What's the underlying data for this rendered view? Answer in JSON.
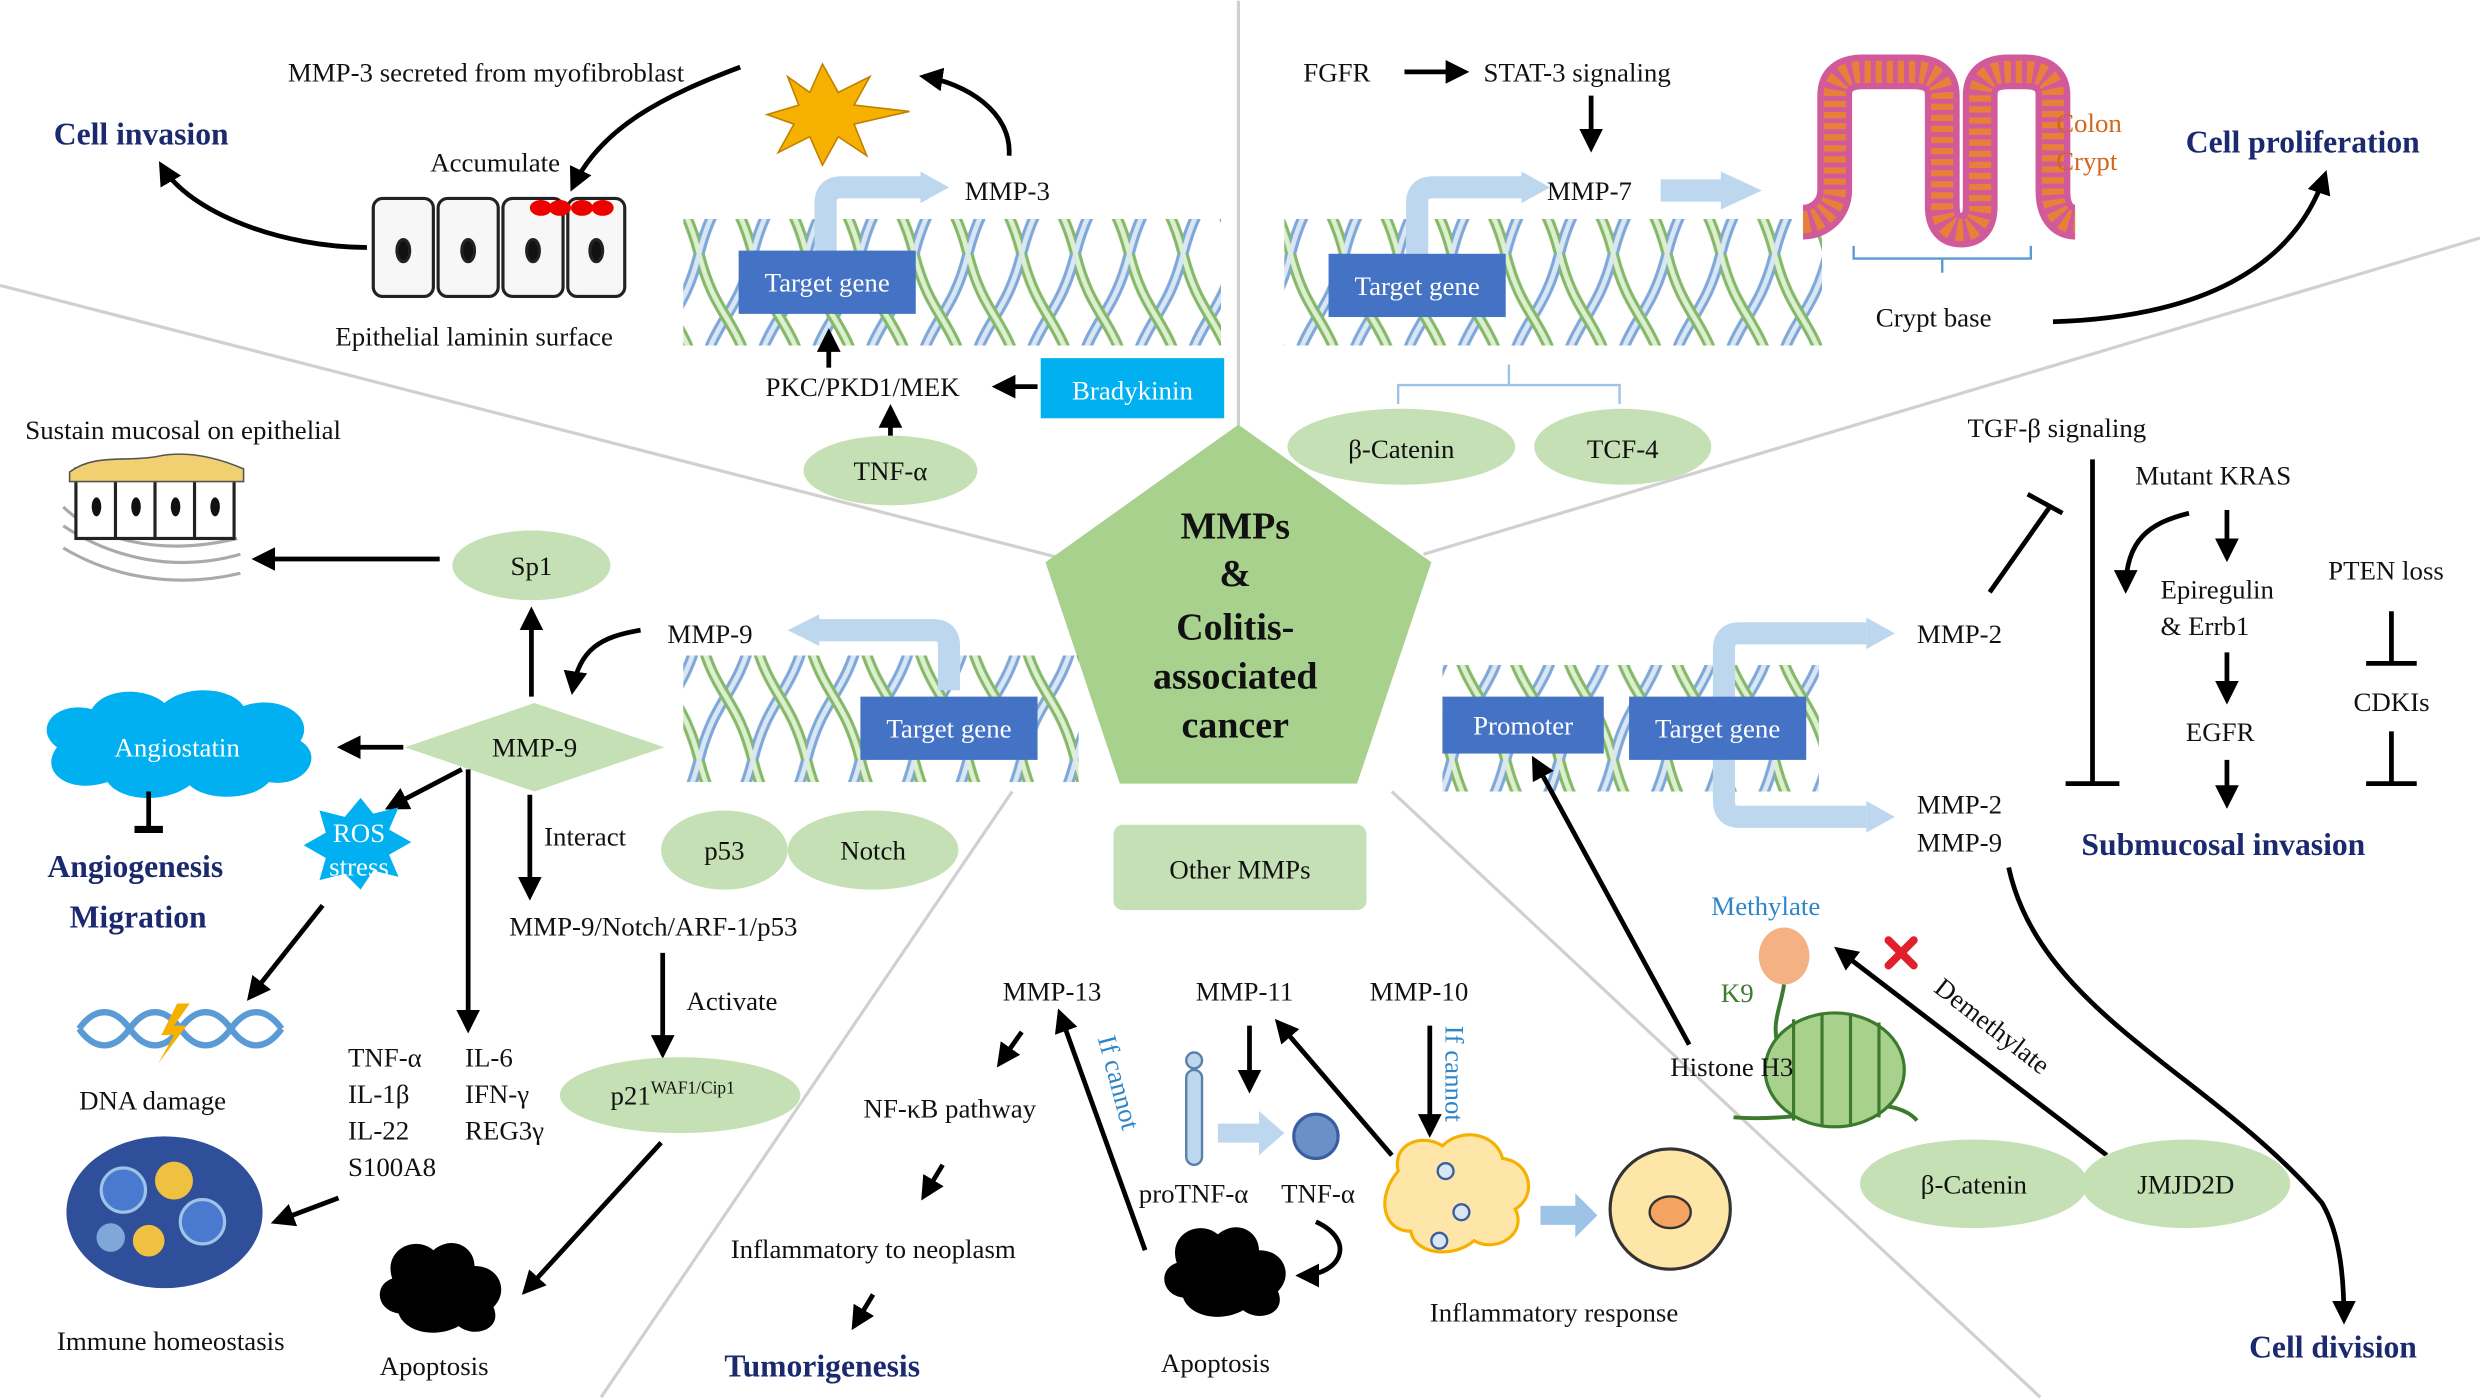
{
  "center": {
    "line1": "MMPs",
    "line2": "&",
    "line3": "Colitis-",
    "line4": "associated",
    "line5": "cancer"
  },
  "top_left": {
    "secreted": "MMP-3 secreted from myofibroblast",
    "outcome": "Cell invasion",
    "accumulate": "Accumulate",
    "surface": "Epithelial laminin surface",
    "gene": "Target gene",
    "mmp": "MMP-3",
    "kinase": "PKC/PKD1/MEK",
    "bradykinin": "Bradykinin",
    "tnf": "TNF-α"
  },
  "top_right": {
    "fgfr": "FGFR",
    "stat": "STAT-3 signaling",
    "mmp": "MMP-7",
    "gene": "Target gene",
    "colon1": "Colon",
    "colon2": "Crypt",
    "crypt_base": "Crypt base",
    "outcome": "Cell proliferation",
    "catenin": "β-Catenin",
    "tcf": "TCF-4"
  },
  "left": {
    "sustain": "Sustain mucosal on epithelial",
    "sp1": "Sp1",
    "mmp9_label": "MMP-9",
    "mmp9_diamond": "MMP-9",
    "gene": "Target gene",
    "p53": "p53",
    "notch": "Notch",
    "angiostatin": "Angiostatin",
    "angiogenesis": "Angiogenesis",
    "migration": "Migration",
    "ros1": "ROS",
    "ros2": "stress",
    "interact": "Interact",
    "complex": "MMP-9/Notch/ARF-1/p53",
    "activate": "Activate",
    "p21": "p21",
    "p21_sup": "WAF1/Cip1",
    "dna": "DNA damage",
    "cytokines_a": [
      "TNF-α",
      "IL-1β",
      "IL-22",
      "S100A8"
    ],
    "cytokines_b": [
      "IL-6",
      "IFN-γ",
      "REG3γ"
    ],
    "immune": "Immune homeostasis",
    "apoptosis": "Apoptosis"
  },
  "bottom": {
    "other": "Other MMPs",
    "mmp13": "MMP-13",
    "mmp11": "MMP-11",
    "mmp10": "MMP-10",
    "nfkb": "NF-κB pathway",
    "inflam_neo": "Inflammatory to neoplasm",
    "tumorigenesis": "Tumorigenesis",
    "if_cannot_1": "If cannot",
    "if_cannot_2": "If cannot",
    "protnf": "proTNF-α",
    "tnf": "TNF-α",
    "apoptosis": "Apoptosis",
    "inflam_resp": "Inflammatory response"
  },
  "right": {
    "tgf": "TGF-β signaling",
    "kras": "Mutant KRAS",
    "epireg1": "Epiregulin",
    "epireg2": "& Errb1",
    "egfr": "EGFR",
    "pten": "PTEN loss",
    "cdki": "CDKIs",
    "mmp2": "MMP-2",
    "mmp2b": "MMP-2",
    "mmp9": "MMP-9",
    "promoter": "Promoter",
    "gene": "Target gene",
    "sub_inv": "Submucosal invasion",
    "methylate": "Methylate",
    "k9": "K9",
    "histone": "Histone H3",
    "demethylate": "Demethylate",
    "catenin": "β-Catenin",
    "jmjd": "JMJD2D",
    "division": "Cell division"
  },
  "colors": {
    "green": "#c5e0b4",
    "pentagon": "#a9d18e",
    "blue_box": "#4472c4",
    "cyan_box": "#00b0f0",
    "title_blue": "#1b2a6e",
    "arrow_blue": "#bdd7ee"
  }
}
